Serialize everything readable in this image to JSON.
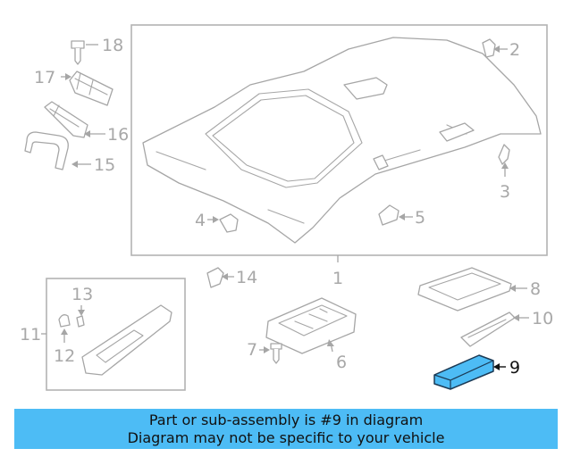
{
  "diagram": {
    "callouts": [
      {
        "id": "1",
        "label": "1"
      },
      {
        "id": "2",
        "label": "2"
      },
      {
        "id": "3",
        "label": "3"
      },
      {
        "id": "4",
        "label": "4"
      },
      {
        "id": "5",
        "label": "5"
      },
      {
        "id": "6",
        "label": "6"
      },
      {
        "id": "7",
        "label": "7"
      },
      {
        "id": "8",
        "label": "8"
      },
      {
        "id": "9",
        "label": "9"
      },
      {
        "id": "10",
        "label": "10"
      },
      {
        "id": "11",
        "label": "11"
      },
      {
        "id": "12",
        "label": "12"
      },
      {
        "id": "13",
        "label": "13"
      },
      {
        "id": "14",
        "label": "14"
      },
      {
        "id": "15",
        "label": "15"
      },
      {
        "id": "16",
        "label": "16"
      },
      {
        "id": "17",
        "label": "17"
      },
      {
        "id": "18",
        "label": "18"
      }
    ],
    "highlighted_part": "9",
    "colors": {
      "highlight_fill": "#4dbcf5",
      "line_gray": "#a6a6a6",
      "banner_bg": "#4dbcf5"
    }
  },
  "banner": {
    "line1": "Part or sub-assembly is #9 in diagram",
    "line2": "Diagram may not be specific to your vehicle"
  }
}
